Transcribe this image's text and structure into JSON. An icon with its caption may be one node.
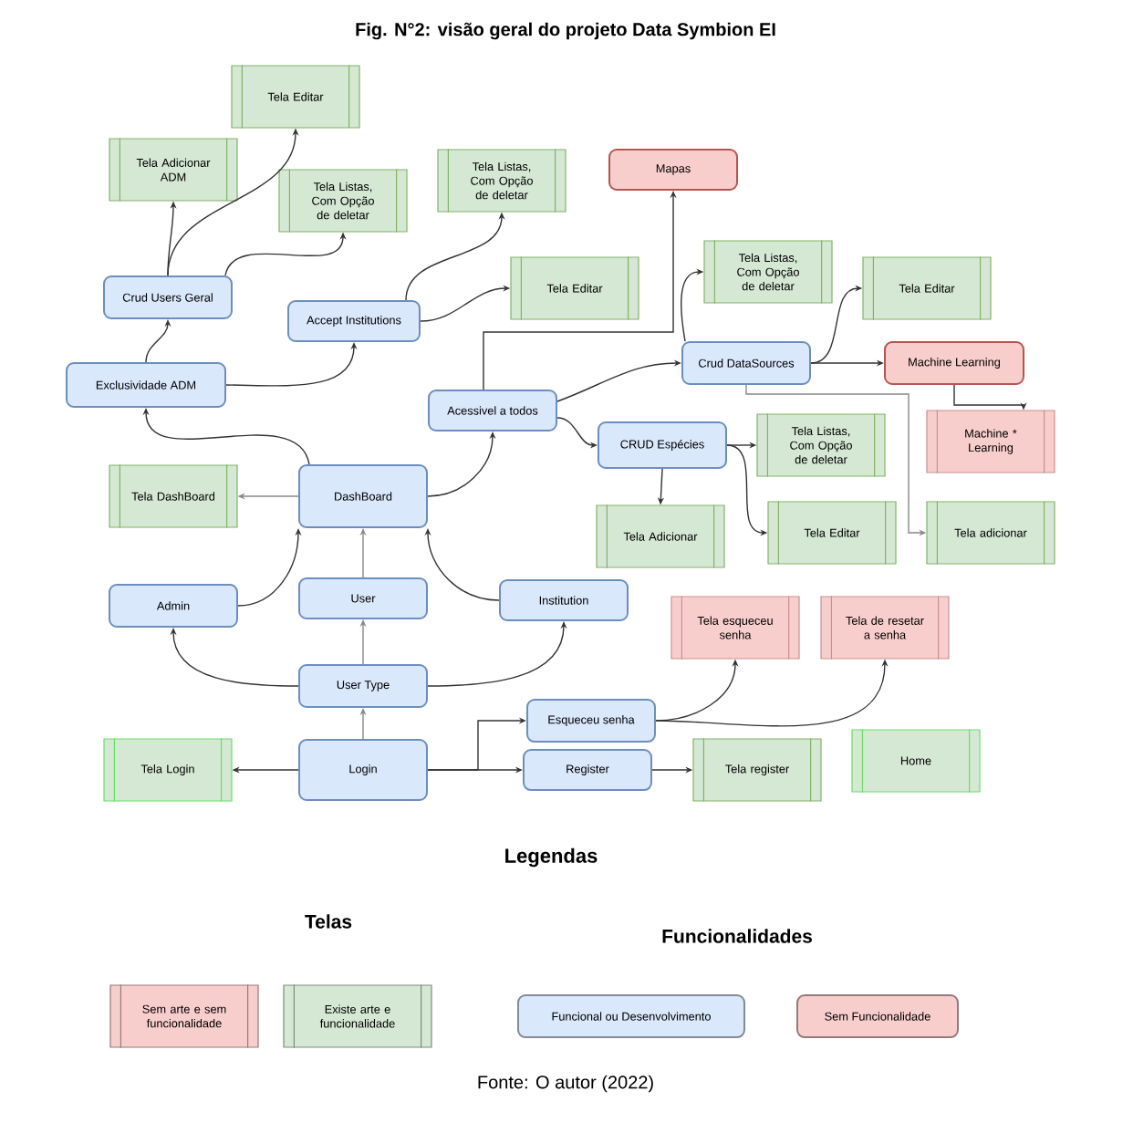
{
  "diagram": {
    "title": "Fig. N°2: visão geral do projeto Data Symbion EI",
    "caption": "Fonte: O autor (2022)",
    "nodes": [
      {
        "text": [
          "Tela Editar"
        ]
      },
      {
        "text": [
          "Tela Adicionar ADM"
        ]
      },
      {
        "text": [
          "Tela Listas, Com Opção de deletar"
        ]
      },
      {
        "text": [
          "Crud Users Geral"
        ]
      },
      {
        "text": [
          "Tela Listas, Com Opção de deletar"
        ]
      },
      {
        "text": [
          "Tela Editar"
        ]
      },
      {
        "text": [
          "Accept Institutions"
        ]
      },
      {
        "text": [
          "Exclusividade ADM"
        ]
      },
      {
        "text": [
          "Mapas"
        ]
      },
      {
        "text": [
          "Tela Listas, Com Opção de deletar"
        ]
      },
      {
        "text": [
          "Tela Editar"
        ]
      },
      {
        "text": [
          "Crud DataSources"
        ]
      },
      {
        "text": [
          "Machine Learning"
        ]
      },
      {
        "text": [
          "Acessivel a todos"
        ]
      },
      {
        "text": [
          "Machine * Learning"
        ]
      },
      {
        "text": [
          "CRUD Espécies"
        ]
      },
      {
        "text": [
          "Tela Listas, Com Opção de deletar"
        ]
      },
      {
        "text": [
          "Tela DashBoard"
        ]
      },
      {
        "text": [
          "DashBoard"
        ]
      },
      {
        "text": [
          "Tela Adicionar"
        ]
      },
      {
        "text": [
          "Tela Editar"
        ]
      },
      {
        "text": [
          "Tela adicionar"
        ]
      },
      {
        "text": [
          "Admin"
        ]
      },
      {
        "text": [
          "User"
        ]
      },
      {
        "text": [
          "Institution"
        ]
      },
      {
        "text": [
          "Tela esqueceu senha"
        ]
      },
      {
        "text": [
          "Tela de resetar a senha"
        ]
      },
      {
        "text": [
          "User Type"
        ]
      },
      {
        "text": [
          "Esqueceu senha"
        ]
      },
      {
        "text": [
          "Tela Login"
        ]
      },
      {
        "text": [
          "Login"
        ]
      },
      {
        "text": [
          "Register"
        ]
      },
      {
        "text": [
          "Tela register"
        ]
      },
      {
        "text": [
          "Home"
        ]
      }
    ],
    "edges": [
      {
        "from": 3,
        "to": 1,
        "arrow": "to"
      },
      {
        "from": 3,
        "to": 0,
        "arrow": "to"
      },
      {
        "from": 3,
        "to": 2,
        "arrow": "to"
      },
      {
        "from": 7,
        "to": 3,
        "arrow": "to"
      },
      {
        "from": 7,
        "to": 6,
        "arrow": "to"
      },
      {
        "from": 6,
        "to": 4,
        "arrow": "to"
      },
      {
        "from": 6,
        "to": 5,
        "arrow": "to"
      },
      {
        "from": 18,
        "to": 7,
        "arrow": "to"
      },
      {
        "from": 18,
        "to": 17,
        "arrow": "to",
        "color": "#888888"
      },
      {
        "from": 18,
        "to": 13,
        "arrow": "to"
      },
      {
        "from": 13,
        "to": 8,
        "arrow": "to"
      },
      {
        "from": 13,
        "to": 11,
        "arrow": "to"
      },
      {
        "from": 13,
        "to": 15,
        "arrow": "to"
      },
      {
        "from": 11,
        "to": 9,
        "arrow": "to"
      },
      {
        "from": 11,
        "to": 10,
        "arrow": "to"
      },
      {
        "from": 11,
        "to": 12,
        "arrow": "to"
      },
      {
        "from": 11,
        "to": 21,
        "arrow": "to",
        "color": "#888888"
      },
      {
        "from": 12,
        "to": 14,
        "arrow": "to"
      },
      {
        "from": 15,
        "to": 16,
        "arrow": "to"
      },
      {
        "from": 15,
        "to": 20,
        "arrow": "to"
      },
      {
        "from": 15,
        "to": 19,
        "arrow": "to"
      },
      {
        "from": 22,
        "to": 18,
        "arrow": "to"
      },
      {
        "from": 23,
        "to": 18,
        "arrow": "to",
        "color": "#888888"
      },
      {
        "from": 24,
        "to": 18,
        "arrow": "to"
      },
      {
        "from": 27,
        "to": 22,
        "arrow": "to"
      },
      {
        "from": 27,
        "to": 23,
        "arrow": "to",
        "color": "#888888"
      },
      {
        "from": 27,
        "to": 24,
        "arrow": "to"
      },
      {
        "from": 30,
        "to": 27,
        "arrow": "to",
        "color": "#888888"
      },
      {
        "from": 30,
        "to": 29,
        "arrow": "to"
      },
      {
        "from": 30,
        "to": 28,
        "arrow": "to"
      },
      {
        "from": 30,
        "to": 31,
        "arrow": "to"
      },
      {
        "from": 28,
        "to": 25,
        "arrow": "to"
      },
      {
        "from": 28,
        "to": 26,
        "arrow": "to"
      },
      {
        "from": 31,
        "to": 32,
        "arrow": "to"
      }
    ],
    "labels": [
      "Legendas",
      "Telas",
      "Funcionalidades"
    ],
    "legend": [
      {
        "text": "Sem arte e sem funcionalidade",
        "color": "#f8cecc"
      },
      {
        "text": "Existe arte e funcionalidade",
        "color": "#d5e8d4"
      },
      {
        "text": "Funcional ou Desenvolvimento",
        "color": "#dae8fc"
      },
      {
        "text": "Sem Funcionalidade",
        "color": "#f8cecc"
      }
    ]
  }
}
